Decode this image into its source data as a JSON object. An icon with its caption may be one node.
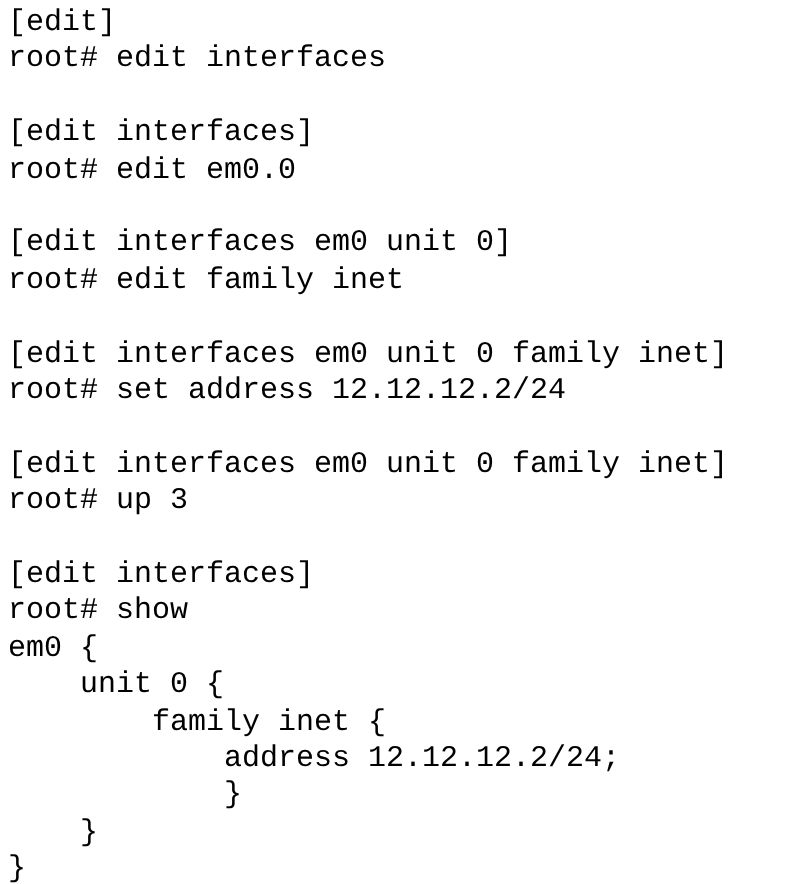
{
  "diagram": {
    "labels": [
      "[edit]",
      "root# edit interfaces",
      "[edit interfaces]",
      "root# edit em0.0",
      "[edit interfaces em0 unit 0]",
      "root# edit family inet",
      "[edit interfaces em0 unit 0 family inet]",
      "root# set address 12.12.12.2/24",
      "[edit interfaces em0 unit 0 family inet]",
      "root# up 3",
      "[edit interfaces]",
      "root# show",
      "em0 {",
      "unit 0 {",
      "family inet {",
      "address 12.12.12.2/24;",
      "}",
      "}",
      "}"
    ]
  }
}
